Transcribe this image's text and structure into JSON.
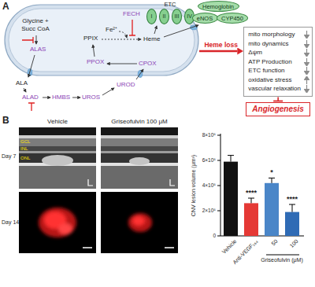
{
  "diagram": {
    "nodes": [
      {
        "text": [
          "Glycine + Succ CoA",
          "ALAS",
          "FECH",
          "PPIX",
          "Fe²⁺",
          "Heme",
          "PPOX",
          "CPOX"
        ]
      },
      {
        "text": [
          "I"
        ],
        "in": 0
      },
      {
        "text": [
          "II"
        ],
        "in": 0
      },
      {
        "text": [
          "III"
        ],
        "in": 0
      },
      {
        "text": [
          "IV"
        ],
        "in": 0
      },
      {
        "text": [
          "Hemoglobin"
        ]
      },
      {
        "text": [
          "eNOS"
        ]
      },
      {
        "text": [
          "CYP450"
        ]
      },
      {
        "text": [
          "mito morphology",
          "mito dynamics",
          "Δψm",
          "ATP Production",
          "ETC function",
          "oxidative stress",
          "vascular relaxation"
        ]
      },
      {
        "text": [
          "Angiogenesis"
        ]
      }
    ],
    "edges": [
      {
        "from": 0,
        "to": 8,
        "label": "Heme loss",
        "arrow": "to"
      },
      {
        "from": 8,
        "to": 9,
        "arrow": "none"
      }
    ],
    "labels": [
      "A",
      "ETC",
      "ALA",
      "ALAD",
      "HMBS",
      "UROS",
      "UROD",
      "B",
      "Vehicle",
      "Griseofulvin 100 μM",
      "Day 7",
      "Day 14",
      "GCL",
      "INL",
      "ONL",
      "CNV lesion volume (μm³)",
      "0",
      "2×10⁵",
      "4×10⁵",
      "6×10⁵",
      "8×10⁵",
      "****",
      "*",
      "****",
      "Vehicle",
      "Anti-VEGF₁₆₄",
      "50",
      "100",
      "Griseofulvin (μM)"
    ]
  }
}
